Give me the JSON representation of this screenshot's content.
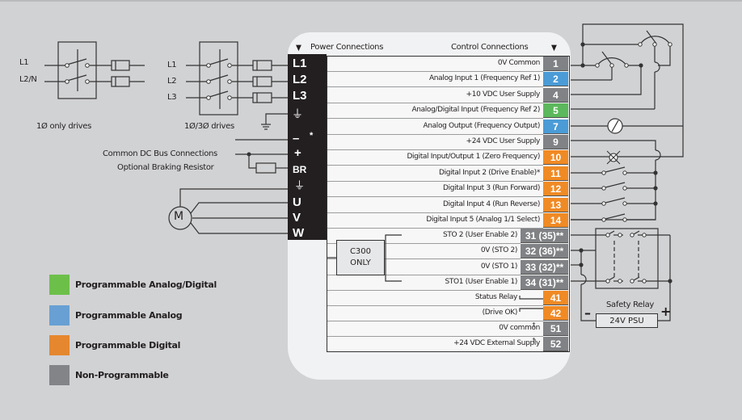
{
  "supply": {
    "single_phase": {
      "lines": [
        "L1",
        "L2/N"
      ],
      "caption": "1Ø only drives"
    },
    "three_phase": {
      "lines": [
        "L1",
        "L2",
        "L3"
      ],
      "caption": "1Ø/3Ø drives"
    }
  },
  "dc_bus_label": "Common DC Bus Connections",
  "braking_label": "Optional Braking Resistor",
  "motor_label": "M",
  "headers": {
    "power": "Power Connections",
    "control": "Control Connections",
    "arrow": "▼"
  },
  "power_terminals": [
    "L1",
    "L2",
    "L3",
    "⏚",
    "–",
    "+",
    "BR",
    "⏚",
    "U",
    "V",
    "W"
  ],
  "power_note": "*",
  "colors": {
    "green": "#5cb85c",
    "blue": "#4a9bd6",
    "orange": "#f08a24",
    "gray": "#808285",
    "background": "#d1d2d4",
    "panel": "#f1f2f3"
  },
  "control_terminals": [
    {
      "label": "0V Common",
      "number": "1",
      "type": "gray"
    },
    {
      "label": "Analog Input 1 (Frequency Ref 1)",
      "number": "2",
      "type": "blue"
    },
    {
      "label": "+10 VDC User Supply",
      "number": "4",
      "type": "gray"
    },
    {
      "label": "Analog/Digital Input (Frequency Ref 2)",
      "number": "5",
      "type": "green"
    },
    {
      "label": "Analog Output (Frequency Output)",
      "number": "7",
      "type": "blue"
    },
    {
      "label": "+24 VDC User Supply",
      "number": "9",
      "type": "gray"
    },
    {
      "label": "Digital Input/Output 1 (Zero Frequency)",
      "number": "10",
      "type": "orange"
    },
    {
      "label": "Digital Input 2 (Drive Enable)*",
      "number": "11",
      "type": "orange"
    },
    {
      "label": "Digital Input 3 (Run Forward)",
      "number": "12",
      "type": "orange"
    },
    {
      "label": "Digital Input 4 (Run Reverse)",
      "number": "13",
      "type": "orange"
    },
    {
      "label": "Digital Input 5 (Analog 1/1 Select)",
      "number": "14",
      "type": "orange"
    }
  ],
  "sto_terminals": [
    {
      "label": "STO 2 (User Enable 2)",
      "number": "31 (35)**",
      "type": "gray"
    },
    {
      "label": "0V (STO 2)",
      "number": "32 (36)**",
      "type": "gray"
    },
    {
      "label": "0V (STO 1)",
      "number": "33 (32)**",
      "type": "gray"
    },
    {
      "label": "STO1 (User Enable 1)",
      "number": "34 (31)**",
      "type": "gray"
    }
  ],
  "c300": {
    "line1": "C300",
    "line2": "ONLY"
  },
  "relay_terminals": [
    {
      "label": "Status Relay",
      "number": "41",
      "type": "orange"
    },
    {
      "label": "(Drive OK)",
      "number": "42",
      "type": "orange"
    },
    {
      "label": "0V common",
      "number": "51",
      "type": "gray",
      "note": "†"
    },
    {
      "label": "+24 VDC External Supply",
      "number": "52",
      "type": "gray",
      "note": "†"
    }
  ],
  "safety_relay": {
    "label": "Safety Relay",
    "psu": "24V PSU",
    "minus": "–",
    "plus": "+"
  },
  "legend": [
    {
      "label": "Programmable Analog/Digital",
      "color": "#6cc04a"
    },
    {
      "label": "Programmable Analog",
      "color": "#68a0d4"
    },
    {
      "label": "Programmable Digital",
      "color": "#e5872f"
    },
    {
      "label": "Non-Programmable",
      "color": "#838487"
    }
  ]
}
